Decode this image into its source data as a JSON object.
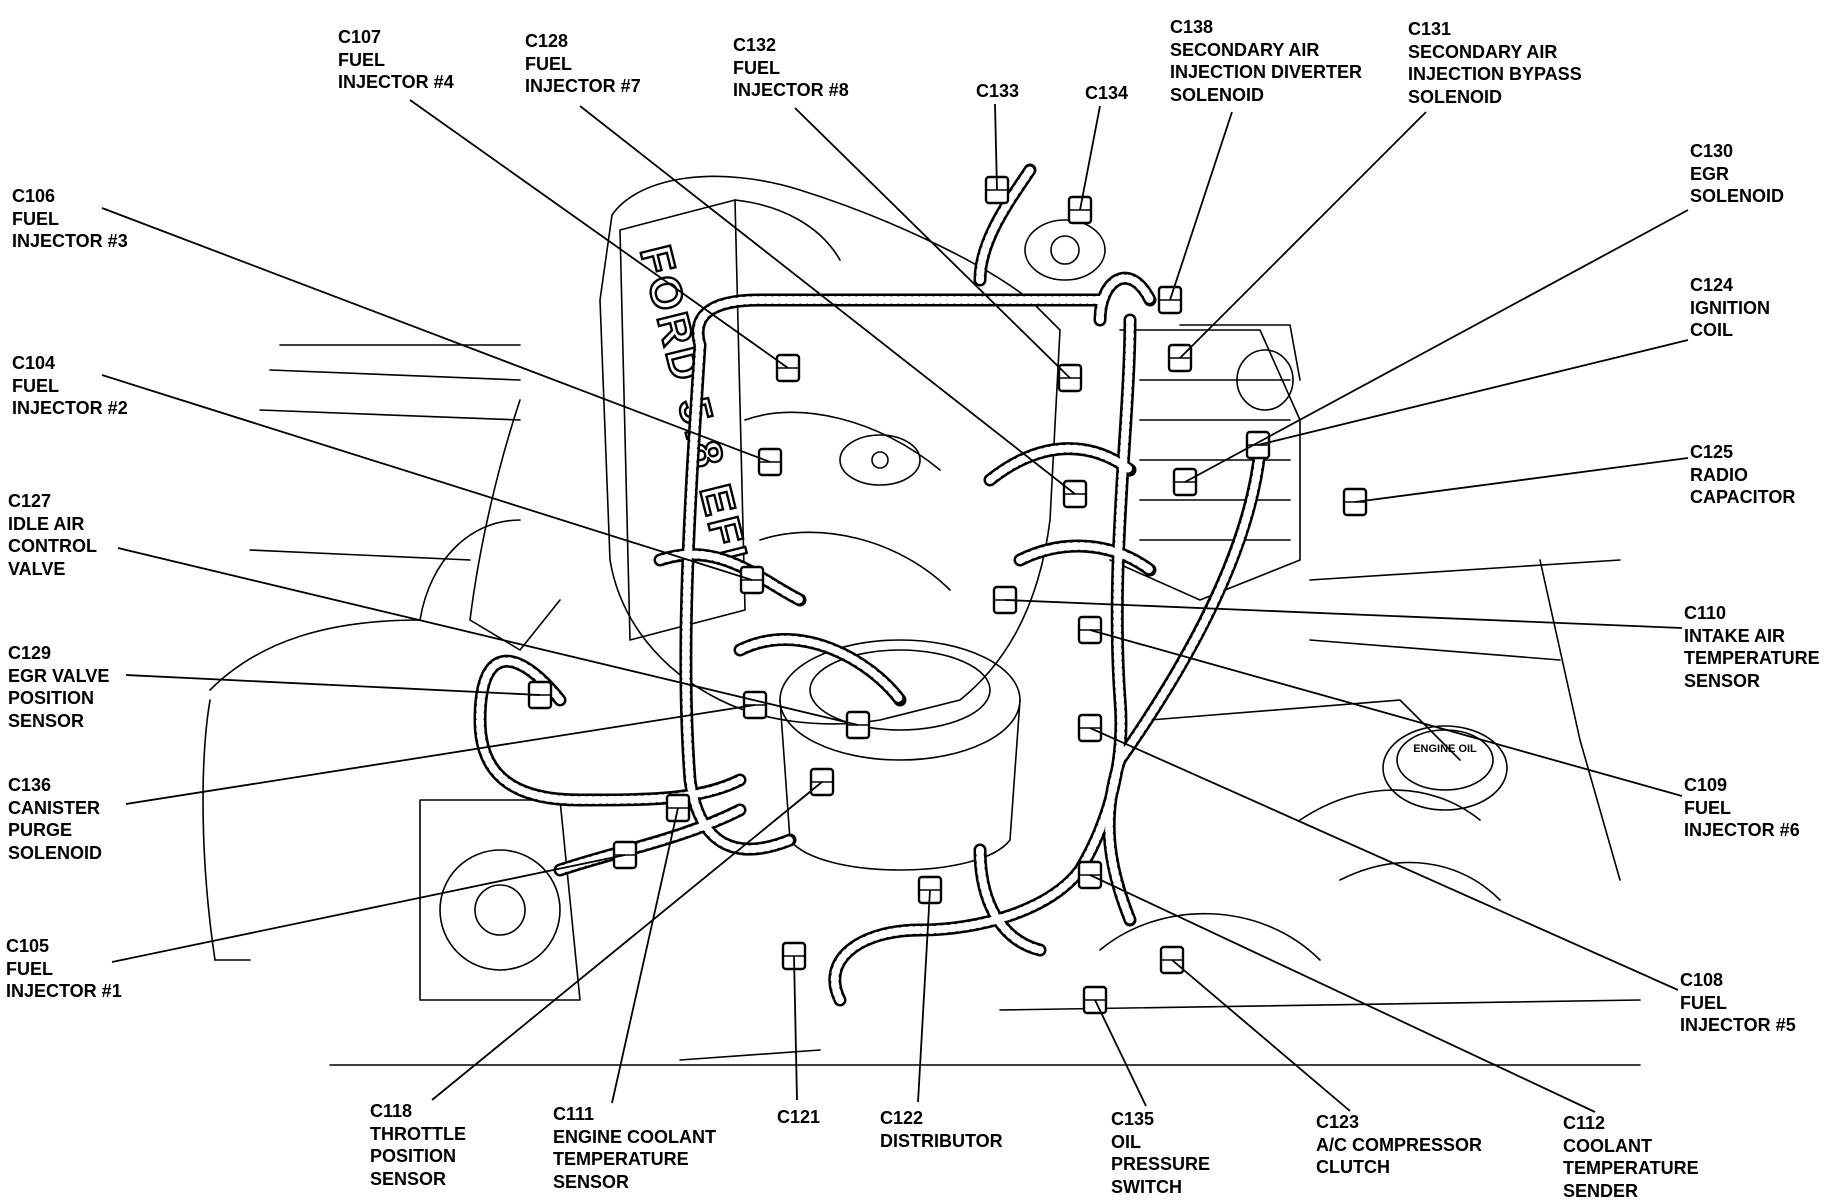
{
  "labels": {
    "c107": [
      "C107",
      "FUEL",
      "INJECTOR #4"
    ],
    "c128": [
      "C128",
      "FUEL",
      "INJECTOR #7"
    ],
    "c132": [
      "C132",
      "FUEL",
      "INJECTOR #8"
    ],
    "c133": [
      "C133"
    ],
    "c134": [
      "C134"
    ],
    "c138": [
      "C138",
      "SECONDARY AIR",
      "INJECTION DIVERTER",
      "SOLENOID"
    ],
    "c131": [
      "C131",
      "SECONDARY AIR",
      "INJECTION BYPASS",
      "SOLENOID"
    ],
    "c130": [
      "C130",
      "EGR",
      "SOLENOID"
    ],
    "c124": [
      "C124",
      "IGNITION",
      "COIL"
    ],
    "c125": [
      "C125",
      "RADIO",
      "CAPACITOR"
    ],
    "c106": [
      "C106",
      "FUEL",
      "INJECTOR #3"
    ],
    "c104": [
      "C104",
      "FUEL",
      "INJECTOR #2"
    ],
    "c127": [
      "C127",
      "IDLE AIR",
      "CONTROL",
      "VALVE"
    ],
    "c129": [
      "C129",
      "EGR VALVE",
      "POSITION",
      "SENSOR"
    ],
    "c136": [
      "C136",
      "CANISTER",
      "PURGE",
      "SOLENOID"
    ],
    "c105": [
      "C105",
      "FUEL",
      "INJECTOR #1"
    ],
    "c110": [
      "C110",
      "INTAKE AIR",
      "TEMPERATURE",
      "SENSOR"
    ],
    "c109": [
      "C109",
      "FUEL",
      "INJECTOR #6"
    ],
    "c108": [
      "C108",
      "FUEL",
      "INJECTOR #5"
    ],
    "c118": [
      "C118",
      "THROTTLE",
      "POSITION",
      "SENSOR"
    ],
    "c111": [
      "C111",
      "ENGINE COOLANT",
      "TEMPERATURE",
      "SENSOR"
    ],
    "c121": [
      "C121"
    ],
    "c122": [
      "C122",
      "DISTRIBUTOR"
    ],
    "c135": [
      "C135",
      "OIL",
      "PRESSURE",
      "SWITCH"
    ],
    "c123": [
      "C123",
      "A/C COMPRESSOR",
      "CLUTCH"
    ],
    "c112": [
      "C112",
      "COOLANT",
      "TEMPERATURE",
      "SENDER"
    ]
  },
  "manifold_text": "FORD 5.8 EFI",
  "oil_cap_text": "ENGINE OIL"
}
